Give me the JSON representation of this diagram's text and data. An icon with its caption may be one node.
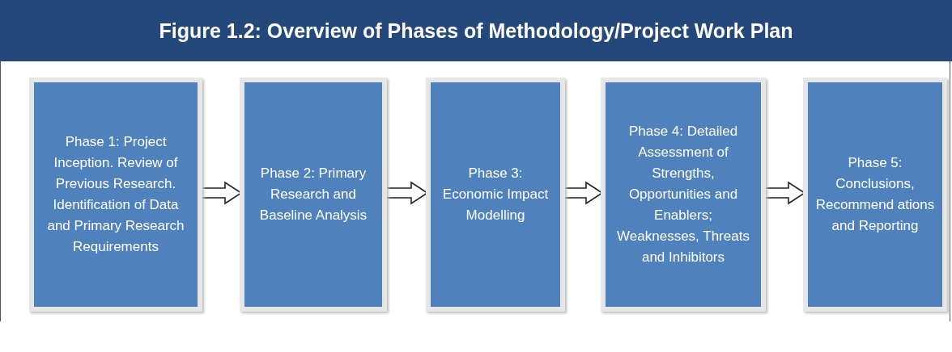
{
  "diagram": {
    "title": "Figure 1.2: Overview of Phases of Methodology/Project Work Plan",
    "nodes": [
      {
        "text": [
          "Phase 1: Project Inception. Review of Previous Research. Identification of Data and Primary Research Requirements"
        ]
      },
      {
        "text": [
          "Phase 2: Primary Research and Baseline Analysis"
        ]
      },
      {
        "text": [
          "Phase 3: Economic Impact Modelling"
        ]
      },
      {
        "text": [
          "Phase 4: Detailed Assessment of Strengths, Opportunities and Enablers; Weaknesses, Threats and Inhibitors"
        ]
      },
      {
        "text": [
          "Phase 5: Conclusions, Recommend ations and Reporting"
        ]
      }
    ],
    "edges": [
      {
        "from": 0,
        "to": 1,
        "arrow": "to"
      },
      {
        "from": 1,
        "to": 2,
        "arrow": "to"
      },
      {
        "from": 2,
        "to": 3,
        "arrow": "to"
      },
      {
        "from": 3,
        "to": 4,
        "arrow": "to"
      }
    ]
  }
}
